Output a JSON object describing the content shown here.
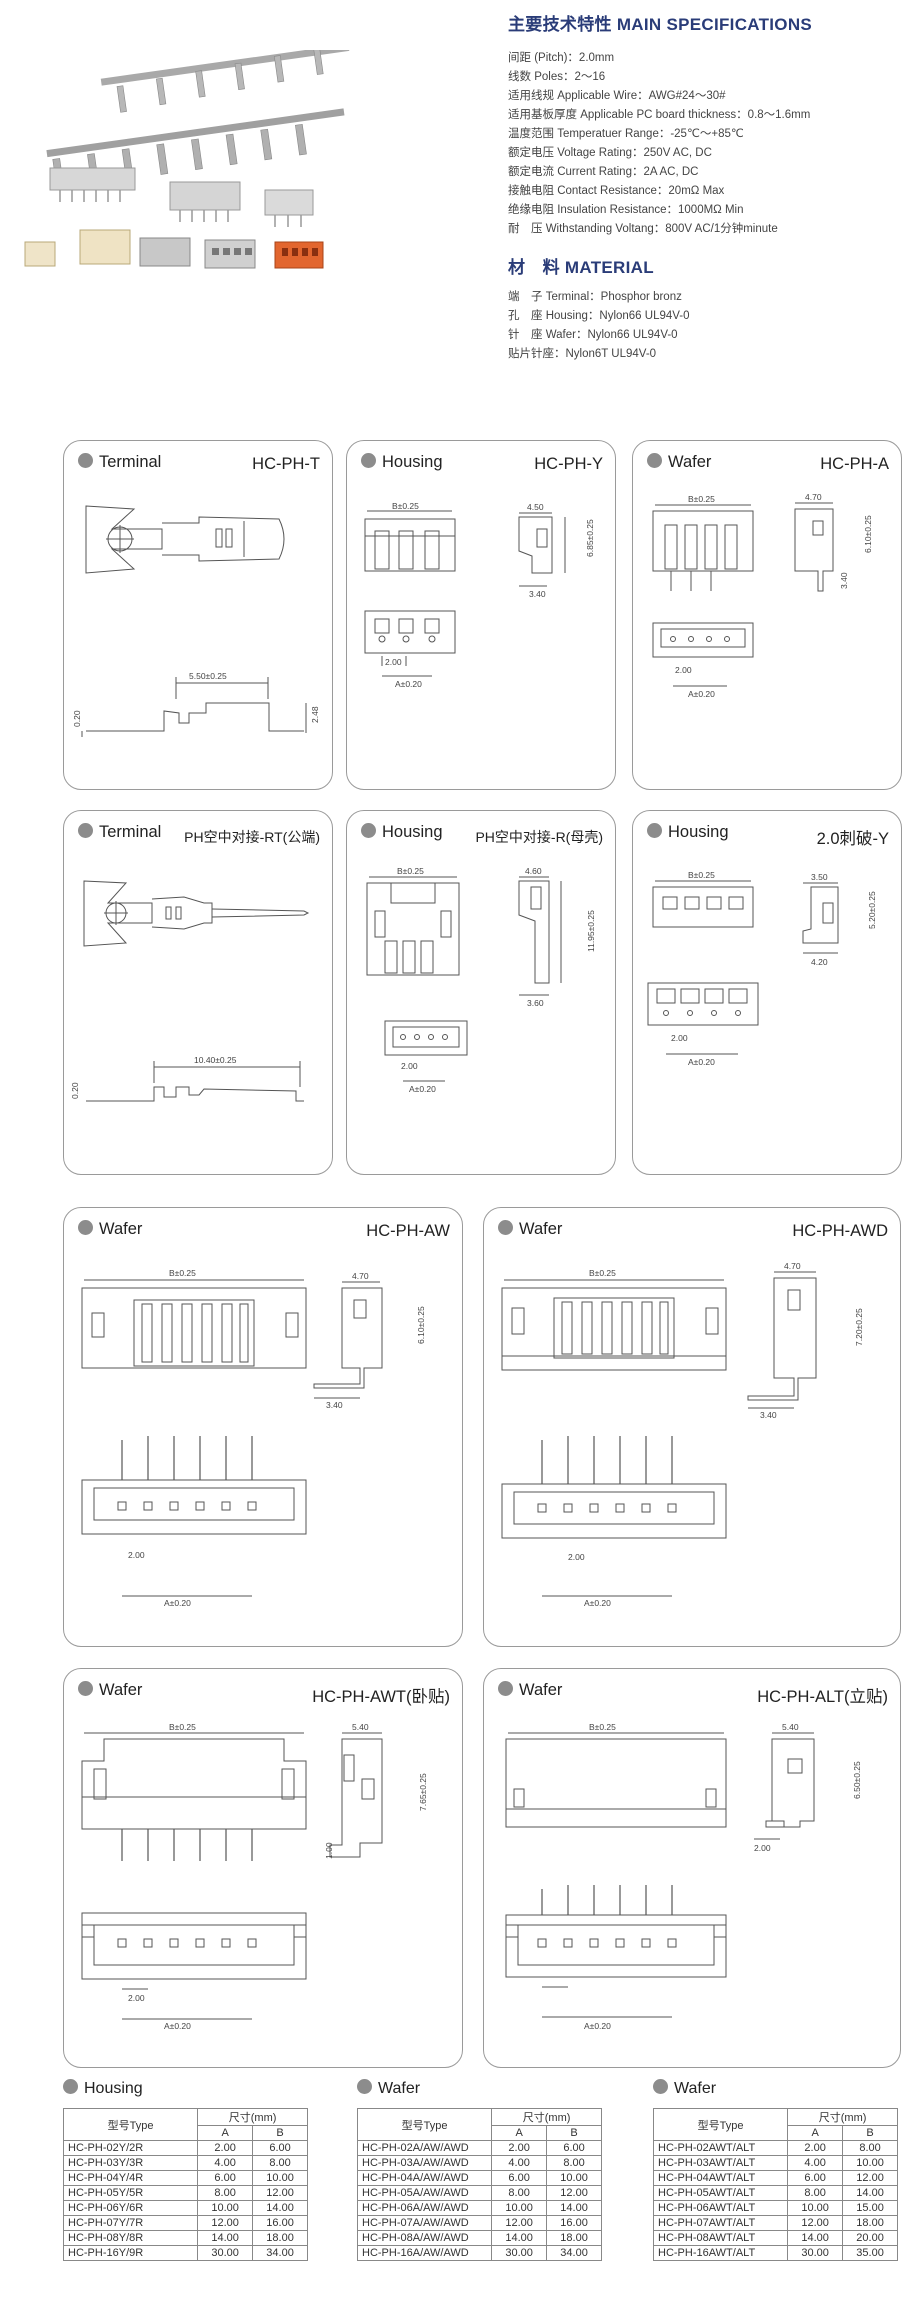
{
  "spec": {
    "heading": "主要技术特性  MAIN SPECIFICATIONS",
    "lines": [
      "间距 (Pitch)：2.0mm",
      "线数 Poles：2～16",
      "适用线规 Applicable Wire：AWG#24～30#",
      "适用基板厚度 Applicable PC board thickness：0.8～1.6mm",
      "温度范围 Temperatuer Range：-25℃～+85℃",
      "额定电压 Voltage Rating：250V AC, DC",
      "额定电流 Current Rating：2A AC, DC",
      "接触电阻 Contact Resistance：20mΩ  Max",
      "绝缘电阻 Insulation Resistance：1000MΩ  Min",
      "耐　压 Withstanding Voltang：800V AC/1分钟minute"
    ],
    "material_heading": "材　料  MATERIAL",
    "materials": [
      "端　子 Terminal：Phosphor bronz",
      "孔　座 Housing：Nylon66  UL94V-0",
      "针　座 Wafer：Nylon66  UL94V-0",
      "贴片针座：Nylon6T  UL94V-0"
    ]
  },
  "panels": [
    {
      "title": "Terminal",
      "code": "HC-PH-T",
      "dims": [
        "5.50±0.25",
        "0.20",
        "2.48"
      ]
    },
    {
      "title": "Housing",
      "code": "HC-PH-Y",
      "dims": [
        "B±0.25",
        "4.50",
        "6.85±0.25",
        "3.40",
        "2.00",
        "A±0.20"
      ]
    },
    {
      "title": "Wafer",
      "code": "HC-PH-A",
      "dims": [
        "B±0.25",
        "4.70",
        "6.10±0.25",
        "3.40",
        "2.00",
        "A±0.20"
      ]
    },
    {
      "title": "Terminal",
      "code": "PH空中对接-RT(公端)",
      "dims": [
        "10.40±0.25",
        "0.20"
      ]
    },
    {
      "title": "Housing",
      "code": "PH空中对接-R(母壳)",
      "dims": [
        "B±0.25",
        "4.60",
        "11.95±0.25",
        "3.60",
        "2.00",
        "A±0.20"
      ]
    },
    {
      "title": "Housing",
      "code": "2.0刺破-Y",
      "dims": [
        "B±0.25",
        "3.50",
        "5.20±0.25",
        "4.20",
        "2.00",
        "A±0.20"
      ]
    },
    {
      "title": "Wafer",
      "code": "HC-PH-AW",
      "dims": [
        "B±0.25",
        "4.70",
        "6.10±0.25",
        "3.40",
        "2.00",
        "A±0.20"
      ]
    },
    {
      "title": "Wafer",
      "code": "HC-PH-AWD",
      "dims": [
        "B±0.25",
        "4.70",
        "7.20±0.25",
        "3.40",
        "2.00",
        "A±0.20"
      ]
    },
    {
      "title": "Wafer",
      "code": "HC-PH-AWT(卧贴)",
      "dims": [
        "B±0.25",
        "5.40",
        "7.65±0.25",
        "1.00",
        "2.00",
        "A±0.20"
      ]
    },
    {
      "title": "Wafer",
      "code": "HC-PH-ALT(立贴)",
      "dims": [
        "B±0.25",
        "5.40",
        "6.50±0.25",
        "2.00",
        "A±0.20"
      ]
    }
  ],
  "tables": [
    {
      "title": "Housing",
      "col_type": "型号Type",
      "col_size": "尺寸(mm)",
      "col_a": "A",
      "col_b": "B",
      "rows": [
        [
          "HC-PH-02Y/2R",
          "2.00",
          "6.00"
        ],
        [
          "HC-PH-03Y/3R",
          "4.00",
          "8.00"
        ],
        [
          "HC-PH-04Y/4R",
          "6.00",
          "10.00"
        ],
        [
          "HC-PH-05Y/5R",
          "8.00",
          "12.00"
        ],
        [
          "HC-PH-06Y/6R",
          "10.00",
          "14.00"
        ],
        [
          "HC-PH-07Y/7R",
          "12.00",
          "16.00"
        ],
        [
          "HC-PH-08Y/8R",
          "14.00",
          "18.00"
        ],
        [
          "HC-PH-16Y/9R",
          "30.00",
          "34.00"
        ]
      ]
    },
    {
      "title": "Wafer",
      "col_type": "型号Type",
      "col_size": "尺寸(mm)",
      "col_a": "A",
      "col_b": "B",
      "rows": [
        [
          "HC-PH-02A/AW/AWD",
          "2.00",
          "6.00"
        ],
        [
          "HC-PH-03A/AW/AWD",
          "4.00",
          "8.00"
        ],
        [
          "HC-PH-04A/AW/AWD",
          "6.00",
          "10.00"
        ],
        [
          "HC-PH-05A/AW/AWD",
          "8.00",
          "12.00"
        ],
        [
          "HC-PH-06A/AW/AWD",
          "10.00",
          "14.00"
        ],
        [
          "HC-PH-07A/AW/AWD",
          "12.00",
          "16.00"
        ],
        [
          "HC-PH-08A/AW/AWD",
          "14.00",
          "18.00"
        ],
        [
          "HC-PH-16A/AW/AWD",
          "30.00",
          "34.00"
        ]
      ]
    },
    {
      "title": "Wafer",
      "col_type": "型号Type",
      "col_size": "尺寸(mm)",
      "col_a": "A",
      "col_b": "B",
      "rows": [
        [
          "HC-PH-02AWT/ALT",
          "2.00",
          "8.00"
        ],
        [
          "HC-PH-03AWT/ALT",
          "4.00",
          "10.00"
        ],
        [
          "HC-PH-04AWT/ALT",
          "6.00",
          "12.00"
        ],
        [
          "HC-PH-05AWT/ALT",
          "8.00",
          "14.00"
        ],
        [
          "HC-PH-06AWT/ALT",
          "10.00",
          "15.00"
        ],
        [
          "HC-PH-07AWT/ALT",
          "12.00",
          "18.00"
        ],
        [
          "HC-PH-08AWT/ALT",
          "14.00",
          "20.00"
        ],
        [
          "HC-PH-16AWT/ALT",
          "30.00",
          "35.00"
        ]
      ]
    }
  ]
}
